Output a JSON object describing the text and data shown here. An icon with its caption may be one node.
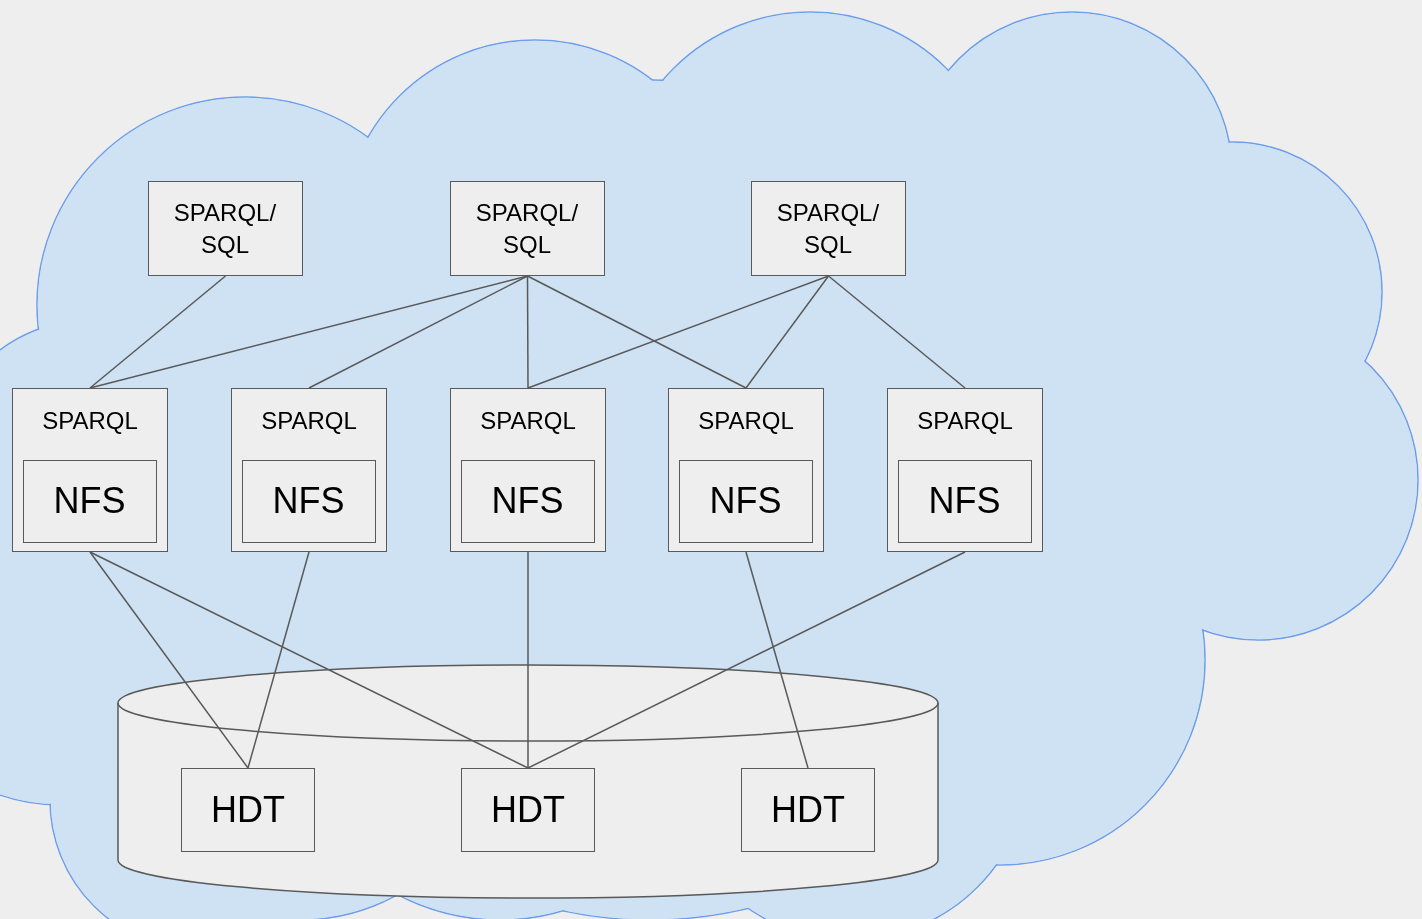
{
  "diagram": {
    "nodes": [
      {
        "text": [],
        "shape": "cloud"
      },
      {
        "text": [
          "SPARQL/ SQL"
        ],
        "in": 0
      },
      {
        "text": [
          "SPARQL/ SQL"
        ],
        "in": 0
      },
      {
        "text": [
          "SPARQL/ SQL"
        ],
        "in": 0
      },
      {
        "text": [
          "SPARQL"
        ],
        "in": 0
      },
      {
        "text": [
          "NFS"
        ],
        "in": 4
      },
      {
        "text": [
          "SPARQL"
        ],
        "in": 0
      },
      {
        "text": [
          "NFS"
        ],
        "in": 6
      },
      {
        "text": [
          "SPARQL"
        ],
        "in": 0
      },
      {
        "text": [
          "NFS"
        ],
        "in": 8
      },
      {
        "text": [
          "SPARQL"
        ],
        "in": 0
      },
      {
        "text": [
          "NFS"
        ],
        "in": 10
      },
      {
        "text": [
          "SPARQL"
        ],
        "in": 0
      },
      {
        "text": [
          "NFS"
        ],
        "in": 12
      },
      {
        "text": [],
        "shape": "cylinder",
        "in": 0
      },
      {
        "text": [
          "HDT"
        ],
        "in": 14
      },
      {
        "text": [
          "HDT"
        ],
        "in": 14
      },
      {
        "text": [
          "HDT"
        ],
        "in": 14
      }
    ],
    "edges": [
      {
        "from": 1,
        "to": 4,
        "arrow": "none"
      },
      {
        "from": 2,
        "to": 4,
        "arrow": "none"
      },
      {
        "from": 2,
        "to": 6,
        "arrow": "none"
      },
      {
        "from": 2,
        "to": 8,
        "arrow": "none"
      },
      {
        "from": 2,
        "to": 10,
        "arrow": "none"
      },
      {
        "from": 3,
        "to": 8,
        "arrow": "none"
      },
      {
        "from": 3,
        "to": 10,
        "arrow": "none"
      },
      {
        "from": 3,
        "to": 12,
        "arrow": "none"
      },
      {
        "from": 4,
        "to": 15,
        "arrow": "none"
      },
      {
        "from": 4,
        "to": 16,
        "arrow": "none"
      },
      {
        "from": 6,
        "to": 15,
        "arrow": "none"
      },
      {
        "from": 8,
        "to": 16,
        "arrow": "none"
      },
      {
        "from": 10,
        "to": 17,
        "arrow": "none"
      },
      {
        "from": 12,
        "to": 16,
        "arrow": "none"
      }
    ]
  }
}
